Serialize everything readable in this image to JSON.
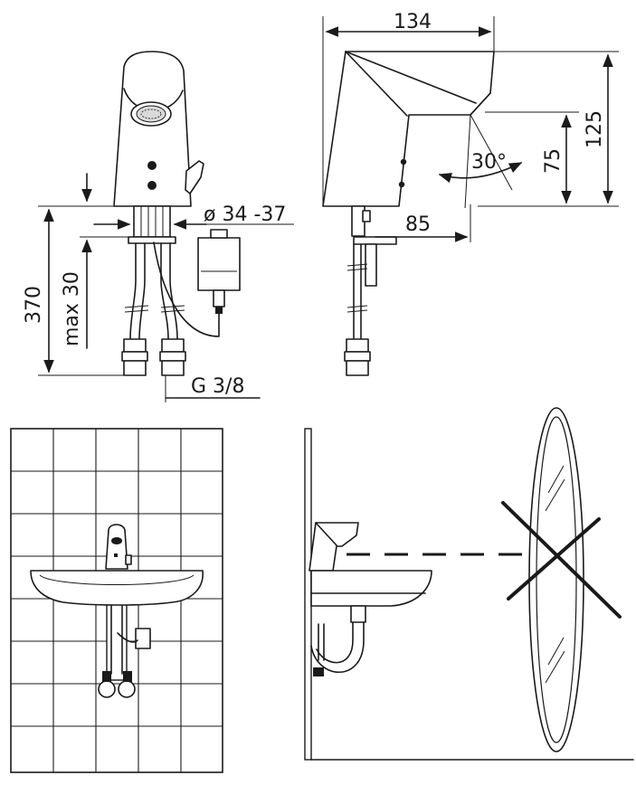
{
  "dimensions": {
    "width_134": "134",
    "height_125": "125",
    "spray_height_75": "75",
    "spout_reach_85": "85",
    "angle_30": "30°",
    "hole_diameter": "ø 34 -37",
    "total_370": "370",
    "max_30": "max 30",
    "thread_g38": "G 3/8"
  },
  "colors": {
    "line": "#1a1a1a",
    "background": "#ffffff"
  }
}
